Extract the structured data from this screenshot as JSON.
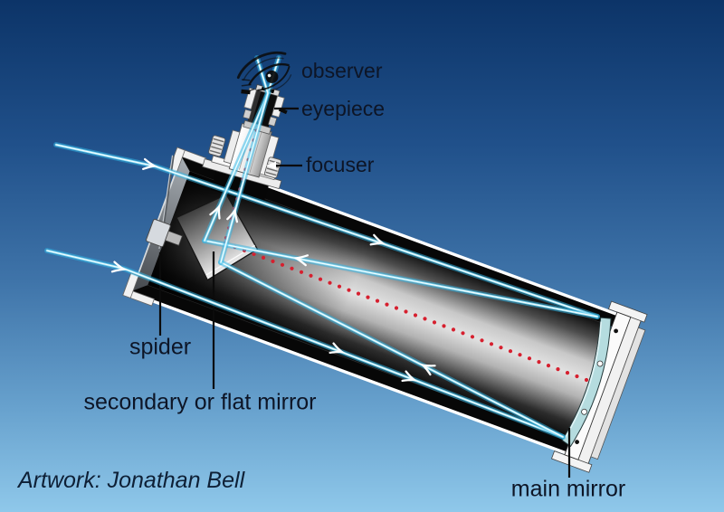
{
  "figure": {
    "subject": "Newtonian reflector telescope light path diagram",
    "credit": "Artwork: Jonathan Bell"
  },
  "labels": {
    "observer": "observer",
    "eyepiece": "eyepiece",
    "focuser": "focuser",
    "spider": "spider",
    "secondary_mirror": "secondary or flat mirror",
    "main_mirror": "main mirror"
  },
  "colors": {
    "sky_top": "#0c3468",
    "sky_mid": "#3f74a9",
    "sky_bottom": "#8fc8ea",
    "ray_glow": "#2fb4e6",
    "ray_mid": "#7fd9f2",
    "ray_core": "#f4fdff",
    "axis_dot": "#d6202f",
    "label_text": "#0d1526",
    "leader_line": "#0b0b0b",
    "mirror_glass": "#b5dcdf"
  }
}
